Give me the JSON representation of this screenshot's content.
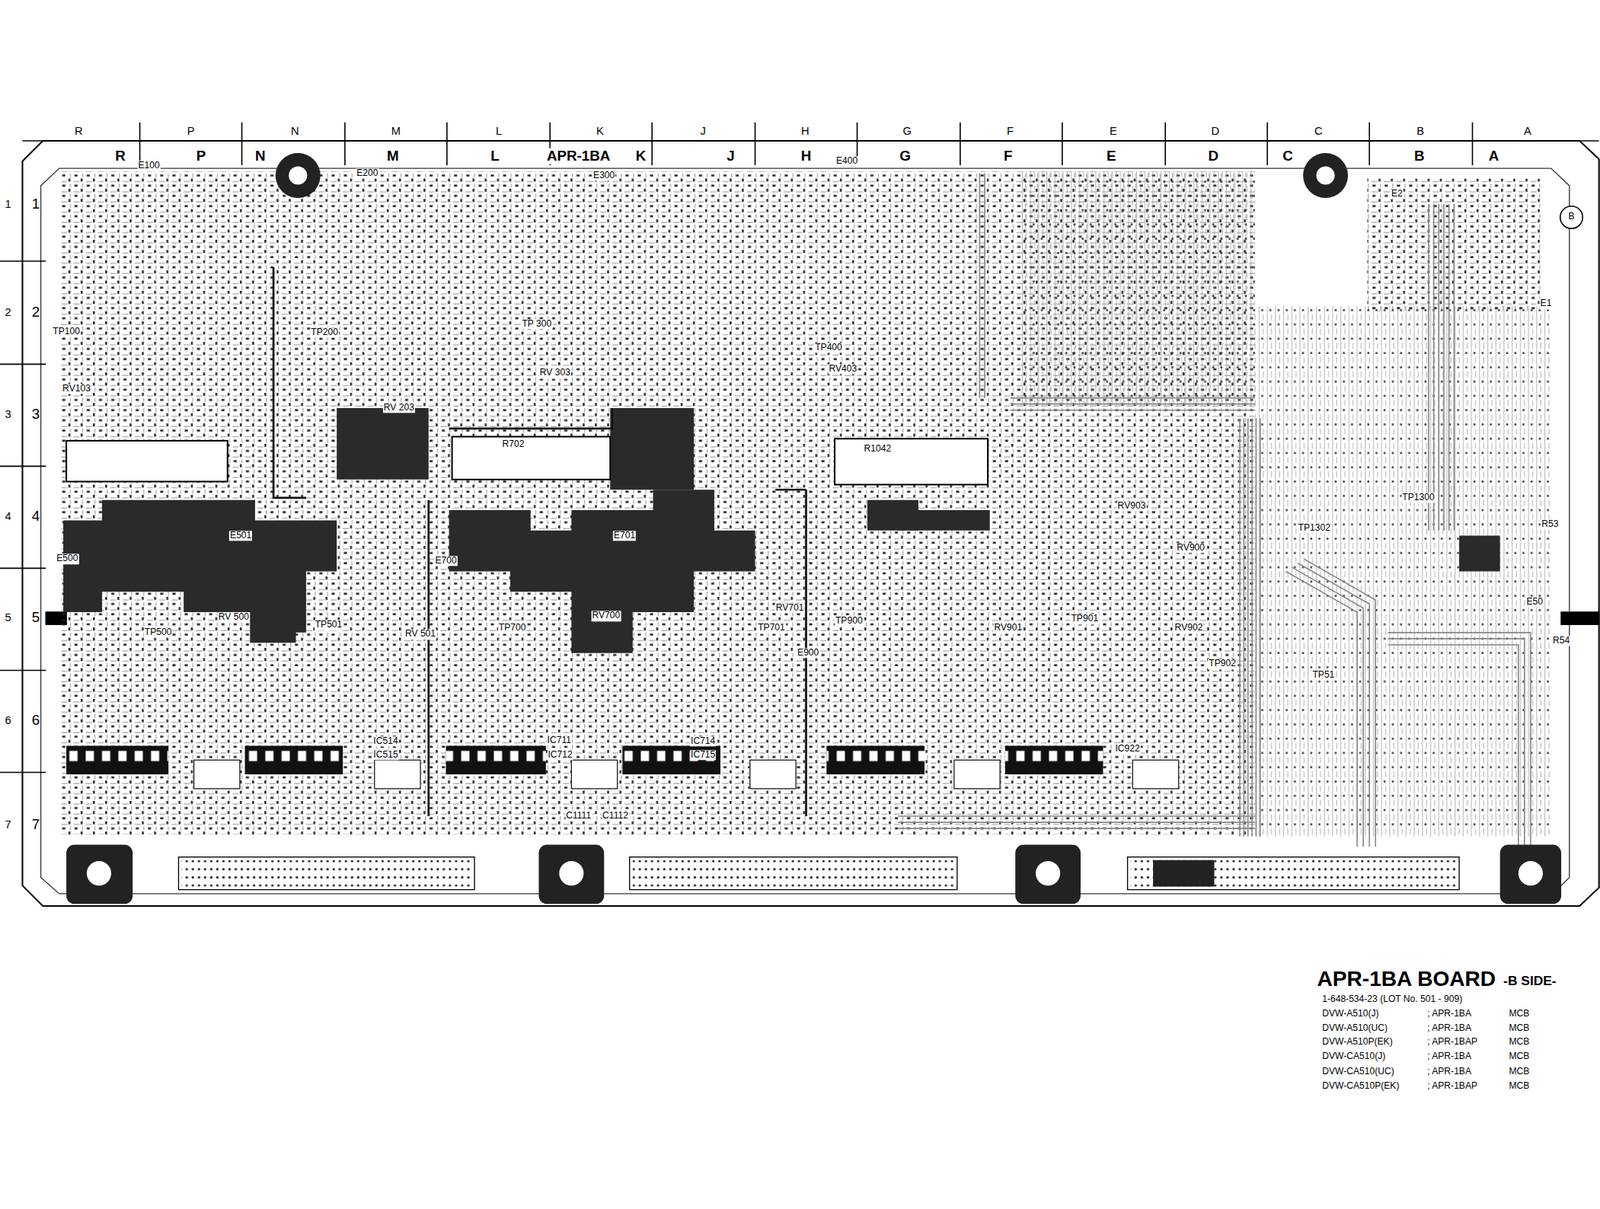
{
  "diagram": {
    "title": "APR-1BA BOARD",
    "labels": [
      "R",
      "P",
      "N",
      "M",
      "L",
      "K",
      "J",
      "H",
      "G",
      "F",
      "E",
      "D",
      "C",
      "B",
      "A",
      "R",
      "P",
      "N",
      "M",
      "L",
      "APR-1BA",
      "K",
      "J",
      "H",
      "G",
      "F",
      "E",
      "D",
      "C",
      "B",
      "A",
      "1",
      "2",
      "3",
      "4",
      "5",
      "6",
      "7",
      "1",
      "2",
      "3",
      "4",
      "5",
      "6",
      "7",
      "E100",
      "E200",
      "E300",
      "E400",
      "E2",
      "E1",
      "TP100",
      "TP200",
      "TP 300",
      "TP400",
      "RV103",
      "RV 203",
      "RV 303",
      "RV403",
      "RV903",
      "RV900",
      "TP1300",
      "TP1302",
      "E50",
      "E500",
      "E501",
      "E700",
      "E701",
      "TP500",
      "RV 500",
      "TP501",
      "RV 501",
      "TP700",
      "RV700",
      "TP701",
      "RV701",
      "E900",
      "TP900",
      "RV901",
      "TP901",
      "RV902",
      "TP902",
      "TP51",
      "B",
      "IC514",
      "IC515",
      "IC711",
      "IC712",
      "IC714",
      "IC715",
      "IC922",
      "C1111",
      "C1112",
      "R54",
      "R53",
      "R1042",
      "R702",
      "-B SIDE-",
      "1-648-534-23 (LOT No. 501 - 909)",
      "DVW-A510(J)",
      "; APR-1BA",
      "MCB",
      "DVW-A510(UC)",
      "; APR-1BA",
      "MCB",
      "DVW-A510P(EK)",
      "; APR-1BAP",
      "MCB",
      "DVW-CA510(J)",
      "; APR-1BA",
      "MCB",
      "DVW-CA510(UC)",
      "; APR-1BA",
      "MCB",
      "DVW-CA510P(EK)",
      "; APR-1BAP",
      "MCB"
    ]
  }
}
